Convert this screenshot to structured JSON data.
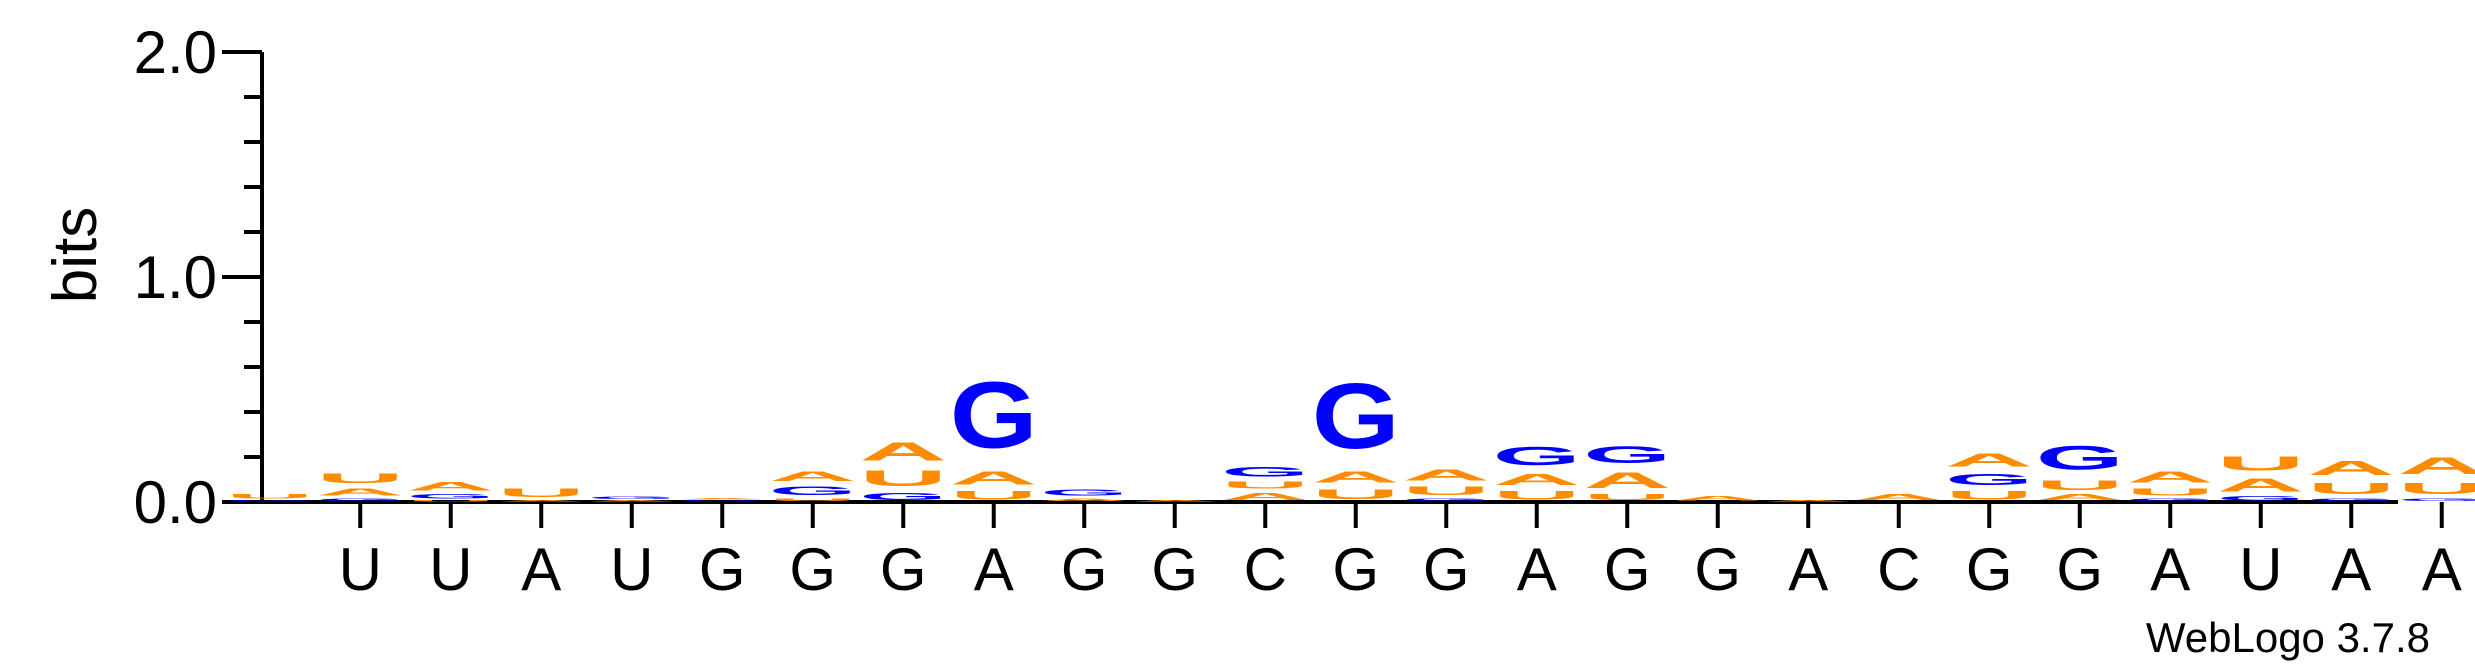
{
  "chart_data": {
    "type": "sequence-logo",
    "ylabel": "bits",
    "ylim": [
      0,
      2.0
    ],
    "yticks": [
      "0.0",
      "1.0",
      "2.0"
    ],
    "xlabels": [
      "U",
      "U",
      "A",
      "U",
      "G",
      "G",
      "G",
      "A",
      "G",
      "G",
      "C",
      "G",
      "G",
      "A",
      "G",
      "G",
      "A",
      "C",
      "G",
      "G",
      "A",
      "U",
      "A",
      "A"
    ],
    "colors": {
      "A": "#ff8c00",
      "U": "#ff8c00",
      "G": "#0000ff",
      "C": "#0000ff"
    },
    "positions": [
      [
        {
          "l": "U",
          "h": 0.03
        },
        {
          "l": "G",
          "h": 0.01
        }
      ],
      [
        {
          "l": "U",
          "h": 0.07
        },
        {
          "l": "A",
          "h": 0.05
        },
        {
          "l": "G",
          "h": 0.02
        }
      ],
      [
        {
          "l": "A",
          "h": 0.06
        },
        {
          "l": "G",
          "h": 0.03
        },
        {
          "l": "U",
          "h": 0.01
        }
      ],
      [
        {
          "l": "U",
          "h": 0.06
        },
        {
          "l": "A",
          "h": 0.01
        }
      ],
      [
        {
          "l": "G",
          "h": 0.02
        },
        {
          "l": "A",
          "h": 0.01
        }
      ],
      [
        {
          "l": "G",
          "h": 0.01
        },
        {
          "l": "A",
          "h": 0.01
        }
      ],
      [
        {
          "l": "A",
          "h": 0.07
        },
        {
          "l": "G",
          "h": 0.06
        },
        {
          "l": "U",
          "h": 0.02
        }
      ],
      [
        {
          "l": "A",
          "h": 0.13
        },
        {
          "l": "U",
          "h": 0.11
        },
        {
          "l": "G",
          "h": 0.05
        }
      ],
      [
        {
          "l": "G",
          "h": 0.47
        },
        {
          "l": "A",
          "h": 0.09
        },
        {
          "l": "U",
          "h": 0.06
        }
      ],
      [
        {
          "l": "G",
          "h": 0.04
        },
        {
          "l": "A",
          "h": 0.02
        }
      ],
      [
        {
          "l": "A",
          "h": 0.01
        }
      ],
      [
        {
          "l": "G",
          "h": 0.07
        },
        {
          "l": "A",
          "h": 0.05
        },
        {
          "l": "U",
          "h": 0.05
        }
      ],
      [
        {
          "l": "G",
          "h": 0.46
        },
        {
          "l": "A",
          "h": 0.08
        },
        {
          "l": "U",
          "h": 0.07
        }
      ],
      [
        {
          "l": "A",
          "h": 0.08
        },
        {
          "l": "U",
          "h": 0.06
        },
        {
          "l": "G",
          "h": 0.02
        }
      ],
      [
        {
          "l": "G",
          "h": 0.13
        },
        {
          "l": "A",
          "h": 0.08
        },
        {
          "l": "U",
          "h": 0.06
        }
      ],
      [
        {
          "l": "G",
          "h": 0.12
        },
        {
          "l": "A",
          "h": 0.11
        },
        {
          "l": "U",
          "h": 0.04
        }
      ],
      [
        {
          "l": "A",
          "h": 0.03
        }
      ],
      [
        {
          "l": "A",
          "h": 0.01
        }
      ],
      [
        {
          "l": "A",
          "h": 0.04
        }
      ],
      [
        {
          "l": "A",
          "h": 0.09
        },
        {
          "l": "G",
          "h": 0.08
        },
        {
          "l": "U",
          "h": 0.06
        }
      ],
      [
        {
          "l": "G",
          "h": 0.17
        },
        {
          "l": "U",
          "h": 0.07
        },
        {
          "l": "A",
          "h": 0.04
        }
      ],
      [
        {
          "l": "A",
          "h": 0.08
        },
        {
          "l": "U",
          "h": 0.05
        },
        {
          "l": "G",
          "h": 0.02
        }
      ],
      [
        {
          "l": "U",
          "h": 0.1
        },
        {
          "l": "A",
          "h": 0.09
        },
        {
          "l": "G",
          "h": 0.03
        }
      ],
      [
        {
          "l": "A",
          "h": 0.1
        },
        {
          "l": "U",
          "h": 0.08
        },
        {
          "l": "G",
          "h": 0.02
        }
      ],
      [
        {
          "l": "A",
          "h": 0.12
        },
        {
          "l": "U",
          "h": 0.08
        },
        {
          "l": "G",
          "h": 0.02
        }
      ]
    ]
  },
  "footer": {
    "credit": "WebLogo 3.7.8"
  }
}
